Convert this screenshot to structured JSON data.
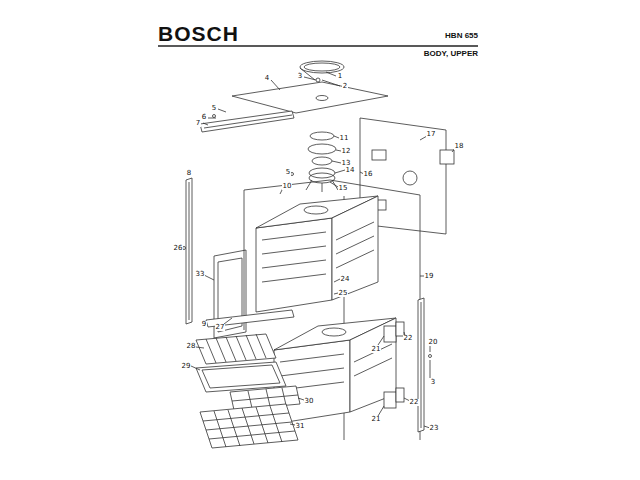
{
  "diagram": {
    "title": "BOSCH",
    "labels": [
      "HBN 655",
      "BODY, UPPER",
      "1",
      "2",
      "3",
      "4",
      "5",
      "6",
      "7",
      "5",
      "11",
      "12",
      "13",
      "14",
      "15",
      "16",
      "17",
      "18",
      "10",
      "8",
      "26",
      "33",
      "9",
      "27",
      "24",
      "25",
      "19",
      "28",
      "29",
      "30",
      "31",
      "21",
      "22",
      "20",
      "3",
      "22",
      "21",
      "23"
    ]
  }
}
